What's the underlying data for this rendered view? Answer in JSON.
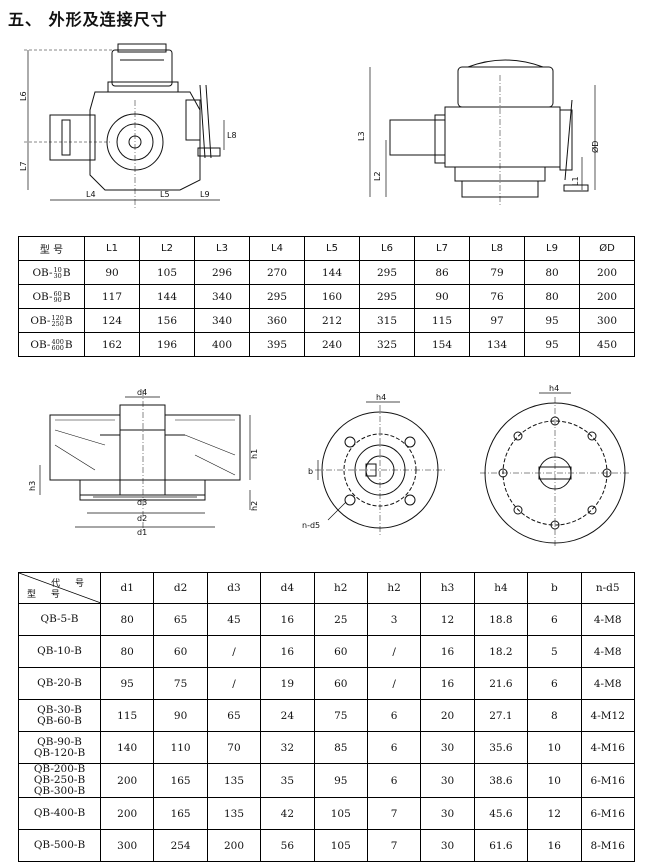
{
  "title": "五、  外形及连接尺寸",
  "drawing_labels": {
    "front": [
      "L6",
      "L7",
      "L8",
      "L4",
      "L5",
      "L9"
    ],
    "side": [
      "L3",
      "L2",
      "L1",
      "ØD"
    ],
    "section": [
      "d4",
      "h1",
      "h3",
      "h2",
      "d3",
      "d2",
      "d1"
    ],
    "flange_small": [
      "h4",
      "b",
      "n-d5"
    ],
    "flange_large": [
      "h4"
    ]
  },
  "table1": {
    "headers": [
      "型 号",
      "L1",
      "L2",
      "L3",
      "L4",
      "L5",
      "L6",
      "L7",
      "L8",
      "L9",
      "ØD"
    ],
    "rows": [
      {
        "prefix": "OB-",
        "num": "10",
        "den": "30",
        "suffix": "B",
        "values": [
          "90",
          "105",
          "296",
          "270",
          "144",
          "295",
          "86",
          "79",
          "80",
          "200"
        ]
      },
      {
        "prefix": "OB-",
        "num": "60",
        "den": "90",
        "suffix": "B",
        "values": [
          "117",
          "144",
          "340",
          "295",
          "160",
          "295",
          "90",
          "76",
          "80",
          "200"
        ]
      },
      {
        "prefix": "OB-",
        "num": "120",
        "den": "250",
        "suffix": "B",
        "values": [
          "124",
          "156",
          "340",
          "360",
          "212",
          "315",
          "115",
          "97",
          "95",
          "300"
        ]
      },
      {
        "prefix": "OB-",
        "num": "400",
        "den": "600",
        "suffix": "B",
        "values": [
          "162",
          "196",
          "400",
          "395",
          "240",
          "325",
          "154",
          "134",
          "95",
          "450"
        ]
      }
    ]
  },
  "table2": {
    "corner_code": "代 号",
    "corner_type": "型 号",
    "headers": [
      "d1",
      "d2",
      "d3",
      "d4",
      "h2",
      "h2",
      "h3",
      "h4",
      "b",
      "n-d5"
    ],
    "rows": [
      {
        "models": [
          "QB-5-B"
        ],
        "values": [
          "80",
          "65",
          "45",
          "16",
          "25",
          "3",
          "12",
          "18.8",
          "6",
          "4-M8"
        ]
      },
      {
        "models": [
          "QB-10-B"
        ],
        "values": [
          "80",
          "60",
          "/",
          "16",
          "60",
          "/",
          "16",
          "18.2",
          "5",
          "4-M8"
        ]
      },
      {
        "models": [
          "QB-20-B"
        ],
        "values": [
          "95",
          "75",
          "/",
          "19",
          "60",
          "/",
          "16",
          "21.6",
          "6",
          "4-M8"
        ]
      },
      {
        "models": [
          "QB-30-B",
          "QB-60-B"
        ],
        "values": [
          "115",
          "90",
          "65",
          "24",
          "75",
          "6",
          "20",
          "27.1",
          "8",
          "4-M12"
        ]
      },
      {
        "models": [
          "QB-90-B",
          "QB-120-B"
        ],
        "values": [
          "140",
          "110",
          "70",
          "32",
          "85",
          "6",
          "30",
          "35.6",
          "10",
          "4-M16"
        ]
      },
      {
        "models": [
          "QB-200-B",
          "QB-250-B",
          "QB-300-B"
        ],
        "values": [
          "200",
          "165",
          "135",
          "35",
          "95",
          "6",
          "30",
          "38.6",
          "10",
          "6-M16"
        ]
      },
      {
        "models": [
          "QB-400-B"
        ],
        "values": [
          "200",
          "165",
          "135",
          "42",
          "105",
          "7",
          "30",
          "45.6",
          "12",
          "6-M16"
        ]
      },
      {
        "models": [
          "QB-500-B"
        ],
        "values": [
          "300",
          "254",
          "200",
          "56",
          "105",
          "7",
          "30",
          "61.6",
          "16",
          "8-M16"
        ]
      }
    ]
  }
}
